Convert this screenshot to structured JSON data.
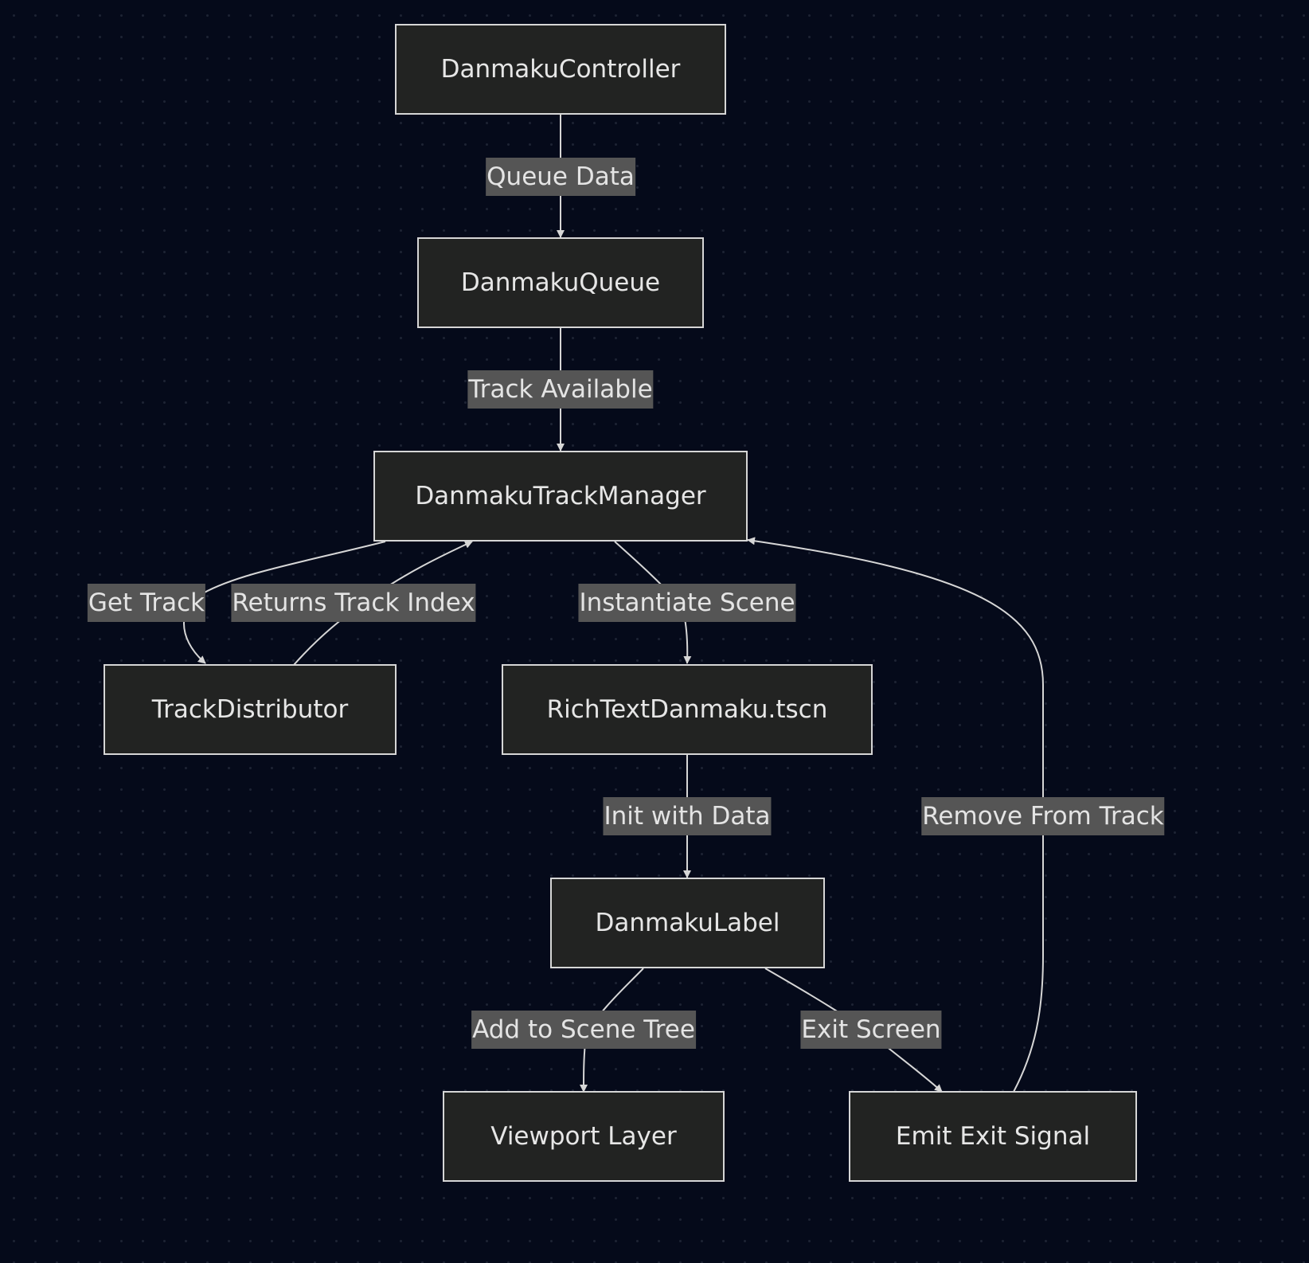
{
  "nodes": {
    "controller": "DanmakuController",
    "queue": "DanmakuQueue",
    "track_manager": "DanmakuTrackManager",
    "track_distributor": "TrackDistributor",
    "rich_text": "RichTextDanmaku.tscn",
    "label": "DanmakuLabel",
    "viewport": "Viewport Layer",
    "exit_signal": "Emit Exit Signal"
  },
  "edges": {
    "queue_data": "Queue Data",
    "track_available": "Track Available",
    "get_track": "Get Track",
    "returns_track_index": "Returns Track Index",
    "instantiate_scene": "Instantiate Scene",
    "init_with_data": "Init with Data",
    "remove_from_track": "Remove From Track",
    "add_to_scene_tree": "Add to Scene Tree",
    "exit_screen": "Exit Screen"
  },
  "colors": {
    "background": "#050a1a",
    "node_fill": "#222322",
    "node_border": "#d6d6d6",
    "edge": "#d6d6d6",
    "label_fill": "#555555",
    "text": "#e6e6e6"
  }
}
